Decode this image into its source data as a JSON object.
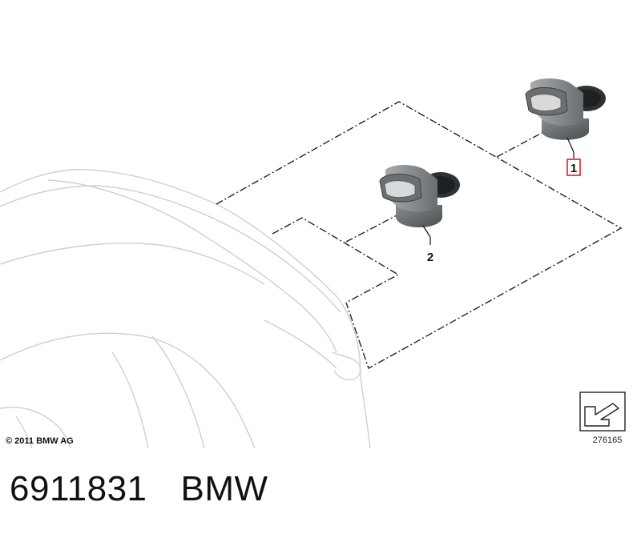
{
  "diagram": {
    "callouts": [
      {
        "label": "1",
        "highlighted": true
      },
      {
        "label": "2",
        "highlighted": false
      }
    ],
    "copyright": "© 2011 BMW AG",
    "reference_number": "276165",
    "highlight_color": "#e0202a"
  },
  "caption": {
    "part_number": "6911831",
    "brand": "BMW"
  }
}
